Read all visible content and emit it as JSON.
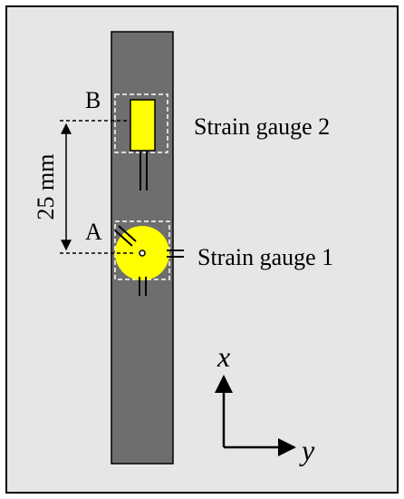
{
  "diagram": {
    "colors": {
      "background": "#e6e6e6",
      "frame": "#000000",
      "specimen": "#6e6e6e",
      "gauge": "#ffff00",
      "dashed_box": "#ffffff",
      "text": "#000000"
    },
    "labels": {
      "point_b": "B",
      "point_a": "A",
      "dimension": "25 mm",
      "gauge_2": "Strain gauge 2",
      "gauge_1": "Strain gauge 1",
      "axis_x": "x",
      "axis_y": "y"
    }
  }
}
